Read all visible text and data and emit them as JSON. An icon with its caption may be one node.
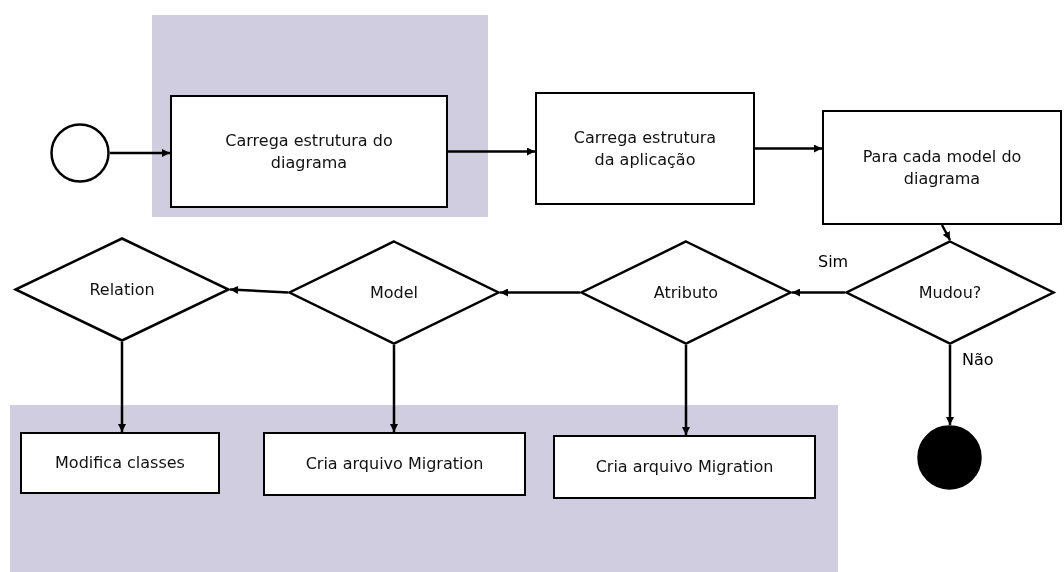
{
  "diagram": {
    "nodes": [
      {
        "text": [],
        "shape": "circle"
      },
      {
        "text": [],
        "shape": "box"
      },
      {
        "text": [
          "Carrega estrutura do diagrama"
        ],
        "in": 1
      },
      {
        "text": [
          "Carrega estrutura da aplicação"
        ]
      },
      {
        "text": [
          "Para cada model do diagrama"
        ]
      },
      {
        "text": [
          "Relation"
        ]
      },
      {
        "text": [
          "Model"
        ]
      },
      {
        "text": [
          "Atributo"
        ]
      },
      {
        "text": [
          "Mudou?"
        ]
      },
      {
        "text": [],
        "shape": "box"
      },
      {
        "text": [
          "Modifica classes"
        ],
        "in": 9
      },
      {
        "text": [
          "Cria arquivo Migration"
        ],
        "in": 9
      },
      {
        "text": [
          "Cria arquivo Migration"
        ],
        "in": 9
      },
      {
        "text": [],
        "shape": "circle"
      }
    ],
    "edges": [
      {
        "from": 0,
        "to": 2,
        "arrow": "to"
      },
      {
        "from": 2,
        "to": 3,
        "arrow": "to"
      },
      {
        "from": 3,
        "to": 4,
        "arrow": "to"
      },
      {
        "from": 4,
        "to": 8,
        "arrow": "to"
      },
      {
        "from": 8,
        "to": 7,
        "arrow": "to",
        "label": "Sim"
      },
      {
        "from": 7,
        "to": 6,
        "arrow": "to"
      },
      {
        "from": 6,
        "to": 5,
        "arrow": "to"
      },
      {
        "from": 5,
        "to": 10,
        "arrow": "to"
      },
      {
        "from": 6,
        "to": 11,
        "arrow": "to"
      },
      {
        "from": 7,
        "to": 12,
        "arrow": "to"
      },
      {
        "from": 8,
        "to": 13,
        "arrow": "to",
        "label": "Não"
      }
    ]
  }
}
